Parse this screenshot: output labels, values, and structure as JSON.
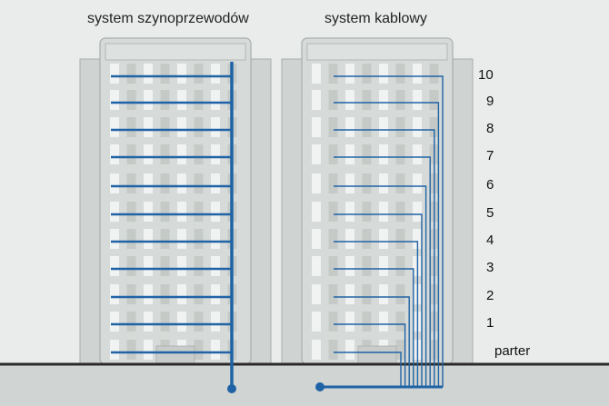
{
  "titles": {
    "busbar": "system szynoprzewodów",
    "cable": "system kablowy"
  },
  "floor_labels": [
    "10",
    "9",
    "8",
    "7",
    "6",
    "5",
    "4",
    "3",
    "2",
    "1",
    "parter"
  ],
  "colors": {
    "background": "#e9ecea",
    "building": "#d6dad8",
    "building_edge": "#a9aeab",
    "window_light": "#f1f3f2",
    "window_dark": "#c5cac7",
    "wire": "#1f63a6",
    "ground": "#2a2a2a",
    "basement": "#d0d4d2"
  }
}
